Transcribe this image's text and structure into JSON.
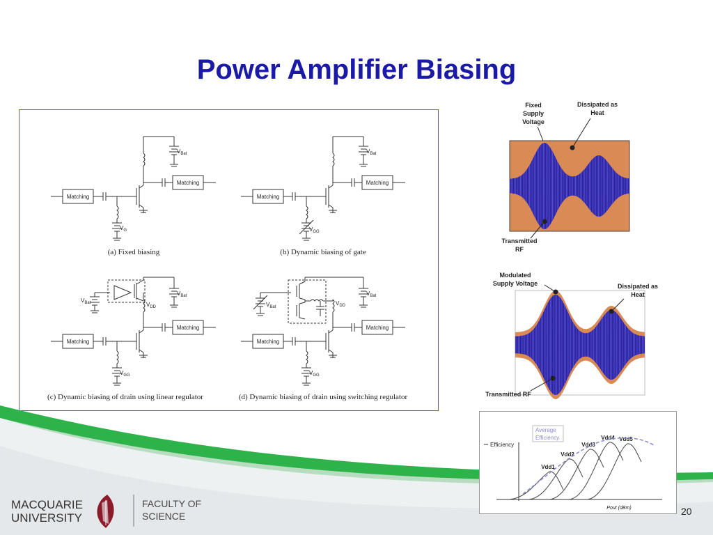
{
  "slide": {
    "title": "Power Amplifier Biasing",
    "page_number": "20"
  },
  "circuits": {
    "matching": "Matching",
    "v_bat": "V",
    "v_bat_sub": "Bat",
    "v_g": "V",
    "v_g_sub": "G",
    "v_gg_sub": "GG",
    "v_dd": "V",
    "v_dd_sub": "DD",
    "caption_a": "(a) Fixed biasing",
    "caption_b": "(b) Dynamic biasing of gate",
    "caption_c": "(c) Dynamic biasing of drain using linear regulator",
    "caption_d": "(d) Dynamic biasing of drain using switching regulator"
  },
  "fig_fixed": {
    "fixed_supply_line1": "Fixed",
    "fixed_supply_line2": "Supply",
    "fixed_supply_line3": "Voltage",
    "dissipated_line1": "Dissipated as",
    "dissipated_line2": "Heat",
    "transmitted_line1": "Transmitted",
    "transmitted_line2": "RF"
  },
  "fig_modulated": {
    "modulated_line1": "Modulated",
    "modulated_line2": "Supply Voltage",
    "dissipated_line1": "Dissipated as",
    "dissipated_line2": "Heat",
    "transmitted": "Transmitted RF"
  },
  "fig_efficiency": {
    "y_label": "Efficiency",
    "avg_line1": "Average",
    "avg_line2": "Efficiency",
    "x_label": "Pout (dBm)",
    "curves": [
      "Vdd1",
      "Vdd2",
      "Vdd3",
      "Vdd4",
      "Vdd5"
    ]
  },
  "logo": {
    "uni_line1": "MACQUARIE",
    "uni_line2": "UNIVERSITY",
    "faculty_line1": "FACULTY OF",
    "faculty_line2": "SCIENCE"
  },
  "colors": {
    "title": "#1a1aa6",
    "heat_orange": "#d98a55",
    "rf_blue": "#2a1fa0",
    "swoosh_green": "#2db34a",
    "logo_red": "#8b1a2b"
  }
}
